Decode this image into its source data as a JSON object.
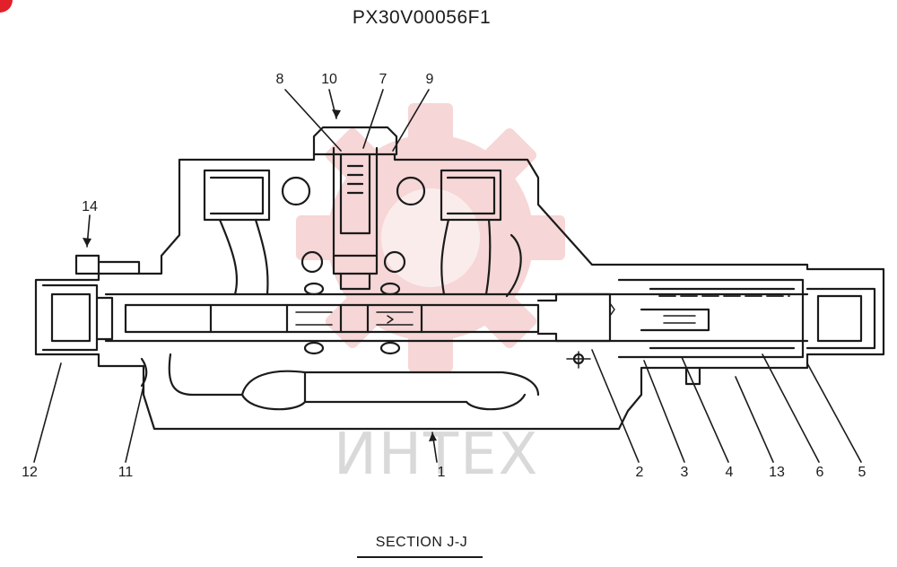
{
  "title": "PX30V00056F1",
  "caption": "SECTION J-J",
  "watermark": {
    "text": "ИНТЕХ",
    "color": "#d9d9d9",
    "gear_color": "#f3c9c9"
  },
  "colors": {
    "line": "#1b1b1b",
    "badge": "#e2202a"
  },
  "callouts": [
    {
      "id": "1",
      "text": "1"
    },
    {
      "id": "2",
      "text": "2"
    },
    {
      "id": "3",
      "text": "3"
    },
    {
      "id": "4",
      "text": "4"
    },
    {
      "id": "5",
      "text": "5"
    },
    {
      "id": "6",
      "text": "6"
    },
    {
      "id": "7",
      "text": "7"
    },
    {
      "id": "8",
      "text": "8"
    },
    {
      "id": "9",
      "text": "9"
    },
    {
      "id": "10",
      "text": "10"
    },
    {
      "id": "11",
      "text": "11"
    },
    {
      "id": "12",
      "text": "12"
    },
    {
      "id": "13",
      "text": "13"
    },
    {
      "id": "14",
      "text": "14"
    }
  ]
}
